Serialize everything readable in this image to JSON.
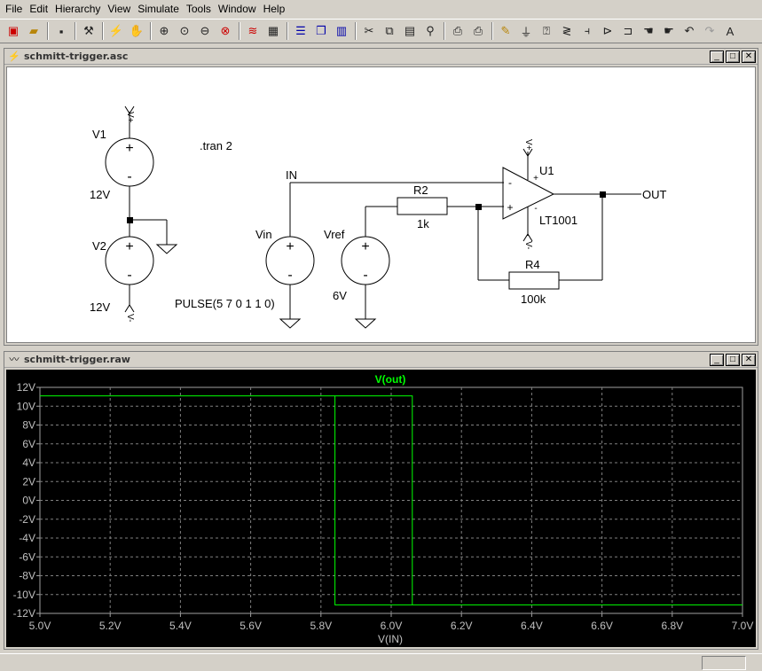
{
  "menu": [
    "File",
    "Edit",
    "Hierarchy",
    "View",
    "Simulate",
    "Tools",
    "Window",
    "Help"
  ],
  "toolbar_icons": [
    "new-schematic-icon",
    "open-icon",
    "save-icon",
    "control-panel-icon",
    "run-icon",
    "halt-icon",
    "zoom-in-icon",
    "zoom-fit-icon",
    "zoom-out-icon",
    "zoom-cancel-icon",
    "autorange-icon",
    "grid-icon",
    "tile-horizontal-icon",
    "cascade-icon",
    "tile-vertical-icon",
    "cut-icon",
    "copy-icon",
    "paste-icon",
    "find-icon",
    "print-preview-icon",
    "print-icon",
    "draw-wire-icon",
    "ground-icon",
    "label-net-icon",
    "resistor-icon",
    "capacitor-icon",
    "diode-icon",
    "component-icon",
    "move-icon",
    "drag-icon",
    "undo-icon",
    "redo-icon",
    "text-icon"
  ],
  "schematic": {
    "title": "schmitt-trigger.asc",
    "directive": ".tran 2",
    "v1": {
      "name": "V1",
      "value": "12V"
    },
    "v2": {
      "name": "V2",
      "value": "12V"
    },
    "vin": {
      "name": "Vin",
      "value": "PULSE(5 7 0 1 1 0)"
    },
    "vref": {
      "name": "Vref",
      "value": "6V"
    },
    "r2": {
      "name": "R2",
      "value": "1k"
    },
    "r4": {
      "name": "R4",
      "value": "100k"
    },
    "u1": {
      "name": "U1",
      "part": "LT1001"
    },
    "net_in": "IN",
    "net_out": "OUT",
    "plus_sign": "+",
    "minus_sign": "-",
    "vplus": "V+",
    "vminus": "V-"
  },
  "waveform": {
    "title": "schmitt-trigger.raw"
  },
  "chart_data": {
    "type": "line",
    "title": "V(out)",
    "xlabel": "V(IN)",
    "ylabel": "",
    "xlim": [
      5.0,
      7.0
    ],
    "ylim": [
      -12,
      12
    ],
    "x_ticks": [
      "5.0V",
      "5.2V",
      "5.4V",
      "5.6V",
      "5.8V",
      "6.0V",
      "6.2V",
      "6.4V",
      "6.6V",
      "6.8V",
      "7.0V"
    ],
    "y_ticks": [
      "12V",
      "10V",
      "8V",
      "6V",
      "4V",
      "2V",
      "0V",
      "-2V",
      "-4V",
      "-6V",
      "-8V",
      "-10V",
      "-12V"
    ],
    "grid": true,
    "series": [
      {
        "name": "V(out)",
        "color": "#00ff00",
        "x": [
          5.0,
          5.84,
          5.84,
          7.0,
          7.0,
          6.06,
          6.06,
          5.0
        ],
        "y": [
          11.1,
          11.1,
          -11.1,
          -11.1,
          -11.1,
          -11.1,
          11.1,
          11.1
        ]
      }
    ]
  }
}
